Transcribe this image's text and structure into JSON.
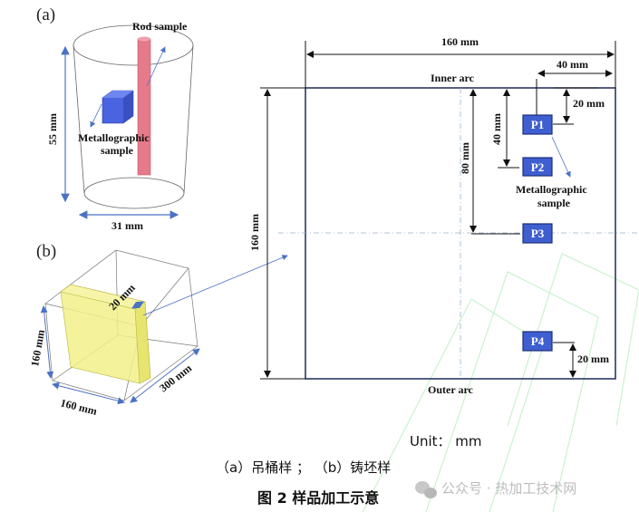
{
  "panel_a": {
    "label": "(a)",
    "rod_label": "Rod sample",
    "metallographic_label_1": "Metallographic",
    "metallographic_label_2": "sample",
    "height_dim": "55 mm",
    "diameter_dim": "31 mm"
  },
  "panel_b": {
    "label": "(b)",
    "thickness_dim": "20 mm",
    "height_dim": "160 mm",
    "width_dim": "160 mm",
    "length_dim": "300 mm"
  },
  "section": {
    "top_width_dim": "160 mm",
    "left_height_dim": "160 mm",
    "inner_arc": "Inner arc",
    "outer_arc": "Outer arc",
    "dim_40_horizontal": "40 mm",
    "dim_20_top": "20 mm",
    "dim_40_vertical": "40 mm",
    "dim_80_vertical": "80 mm",
    "dim_20_bottom": "20 mm",
    "metallographic_label_1": "Metallographic",
    "metallographic_label_2": "sample",
    "samples": [
      "P1",
      "P2",
      "P3",
      "P4"
    ]
  },
  "caption": {
    "unit": "Unit： mm",
    "subcaption": "（a）吊桶样 ； （b）铸坯样",
    "title": "图 2 样品加工示意",
    "watermark": "公众号 · 热加工技术网"
  },
  "colors": {
    "rod": "#e57a8a",
    "cube": "#4a63e0",
    "slab": "#f2f08a",
    "pbox": "#3f5fd0",
    "arrow_blue": "#4a72c4"
  }
}
